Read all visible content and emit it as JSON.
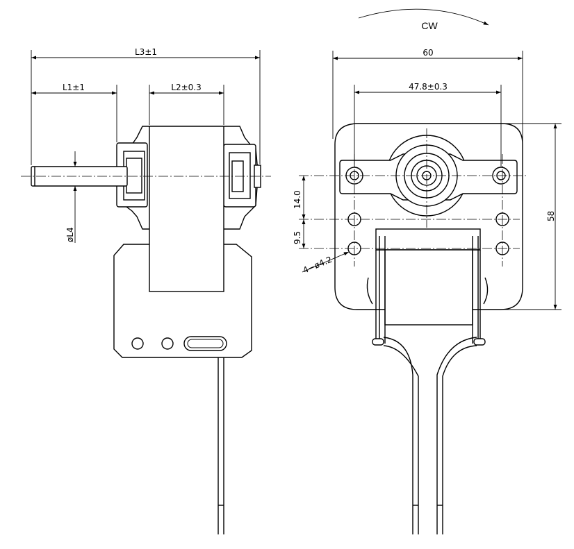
{
  "rotation": {
    "label": "CW"
  },
  "side_view": {
    "dims": {
      "overall_length": "L3±1",
      "shaft_length": "L1±1",
      "core_length": "L2±0.3",
      "shaft_diameter": "øL4"
    }
  },
  "front_view": {
    "dims": {
      "width": "60",
      "hole_spacing": "47.8±0.3",
      "height": "58",
      "vertical_offset_1": "14.0",
      "vertical_offset_2": "9.5",
      "mount_holes": "4−ø4.2"
    }
  }
}
